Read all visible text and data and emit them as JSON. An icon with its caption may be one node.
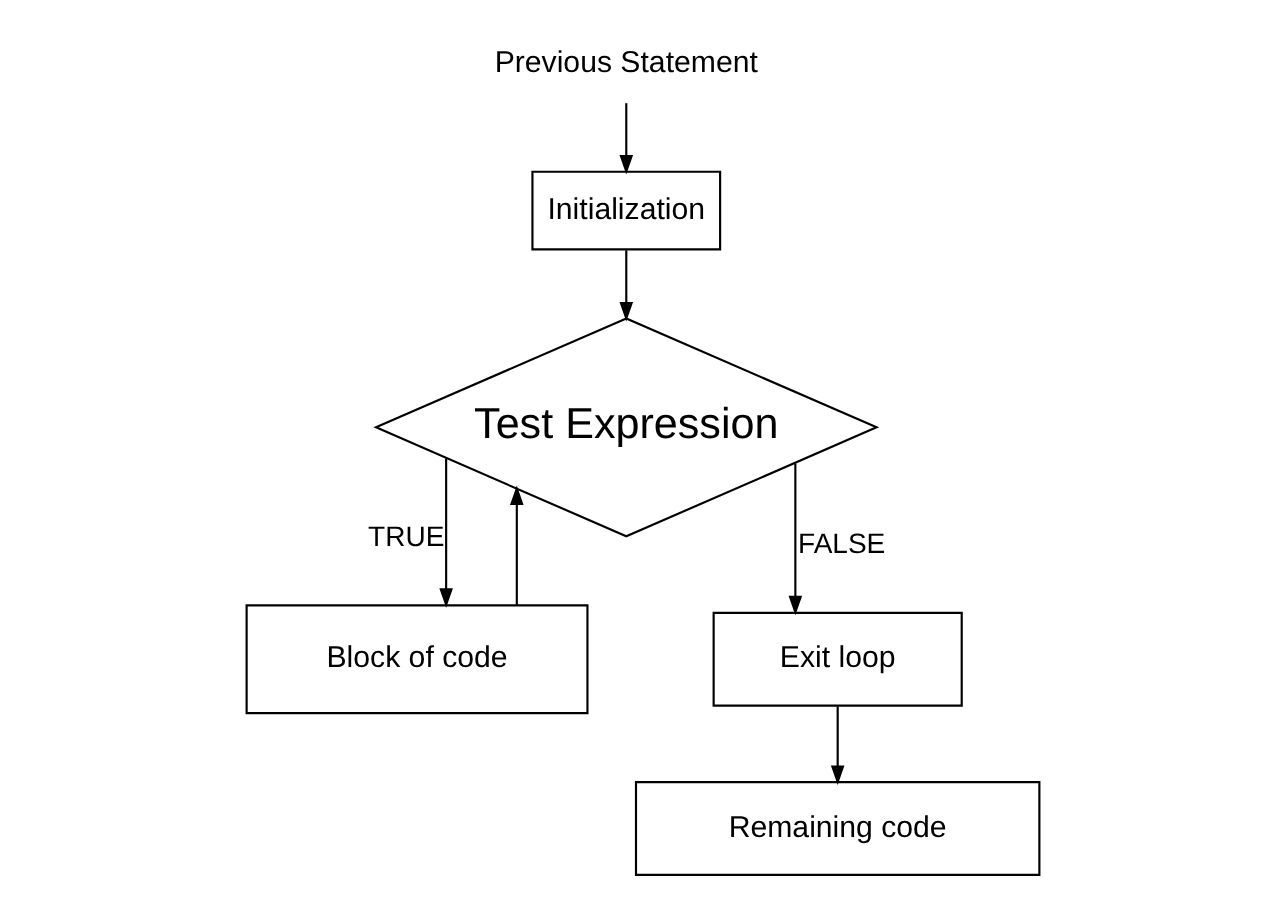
{
  "diagram": {
    "nodes": [
      {
        "text": [
          "Previous Statement"
        ]
      },
      {
        "text": [
          "Initialization"
        ]
      },
      {
        "text": [
          "Test Expression"
        ]
      },
      {
        "text": [
          "Block of code"
        ]
      },
      {
        "text": [
          "Exit loop"
        ]
      },
      {
        "text": [
          "Remaining code"
        ]
      }
    ],
    "edges": [
      {
        "from": 0,
        "to": 1,
        "arrow": "to"
      },
      {
        "from": 1,
        "to": 2,
        "arrow": "to"
      },
      {
        "from": 2,
        "to": 3,
        "arrow": "to",
        "label": "TRUE"
      },
      {
        "from": 3,
        "to": 2,
        "arrow": "to"
      },
      {
        "from": 2,
        "to": 4,
        "arrow": "to",
        "label": "FALSE"
      },
      {
        "from": 4,
        "to": 5,
        "arrow": "to"
      }
    ]
  }
}
